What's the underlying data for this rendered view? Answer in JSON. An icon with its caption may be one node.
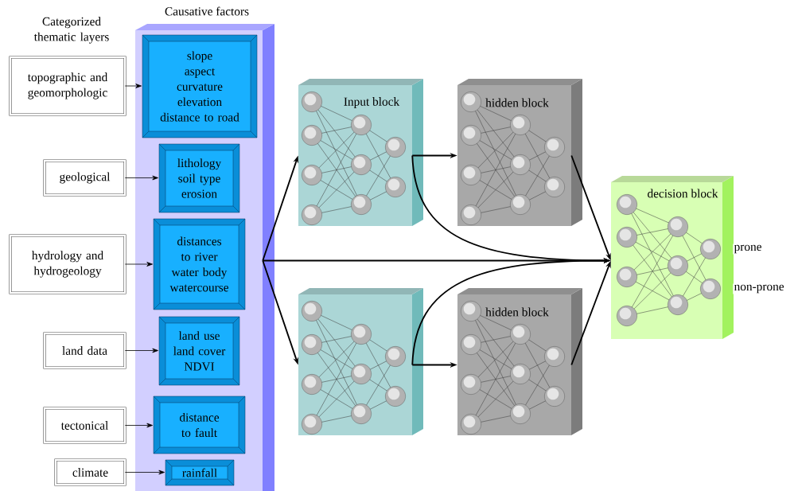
{
  "diagram": {
    "nodes": [
      {
        "text": [
          "Causative factors"
        ]
      },
      {
        "text": [
          "slope",
          "aspect",
          "curvature",
          "elevation",
          "distance to road"
        ],
        "in": 0
      },
      {
        "text": [
          "lithology",
          "soil type",
          "erosion"
        ],
        "in": 0
      },
      {
        "text": [
          "distances to river",
          "water body",
          "watercourse"
        ],
        "in": 0
      },
      {
        "text": [
          "land use",
          "land cover",
          "NDVI"
        ],
        "in": 0
      },
      {
        "text": [
          "distance to fault"
        ],
        "in": 0
      },
      {
        "text": [
          "rainfall"
        ],
        "in": 0
      },
      {
        "text": [
          "topographic and geomorphologic"
        ]
      },
      {
        "text": [
          "geological"
        ]
      },
      {
        "text": [
          "hydrology and hydrogeology"
        ]
      },
      {
        "text": [
          "land data"
        ]
      },
      {
        "text": [
          "tectonical"
        ]
      },
      {
        "text": [
          "climate"
        ]
      },
      {
        "text": [
          "Input block"
        ]
      },
      {
        "text": [
          "hidden block"
        ]
      },
      {
        "text": [],
        "shape": "box"
      },
      {
        "text": [
          "hidden block"
        ]
      },
      {
        "text": [
          "decision block",
          "prone",
          "non-prone"
        ]
      }
    ],
    "edges": [
      {
        "from": 7,
        "to": 1,
        "arrow": "to"
      },
      {
        "from": 8,
        "to": 2,
        "arrow": "to"
      },
      {
        "from": 9,
        "to": 3,
        "arrow": "to"
      },
      {
        "from": 10,
        "to": 4,
        "arrow": "to"
      },
      {
        "from": 11,
        "to": 5,
        "arrow": "to"
      },
      {
        "from": 12,
        "to": 6,
        "arrow": "to"
      },
      {
        "from": 0,
        "to": 13,
        "arrow": "to"
      },
      {
        "from": 0,
        "to": 15,
        "arrow": "to"
      },
      {
        "from": 0,
        "to": 17,
        "arrow": "to"
      },
      {
        "from": 13,
        "to": 14,
        "arrow": "to"
      },
      {
        "from": 13,
        "to": 17,
        "arrow": "to"
      },
      {
        "from": 15,
        "to": 16,
        "arrow": "to"
      },
      {
        "from": 15,
        "to": 17,
        "arrow": "to"
      },
      {
        "from": 14,
        "to": 17,
        "arrow": "to"
      },
      {
        "from": 16,
        "to": 17,
        "arrow": "to"
      }
    ],
    "labels": [
      "Categorized thematic layers"
    ]
  }
}
